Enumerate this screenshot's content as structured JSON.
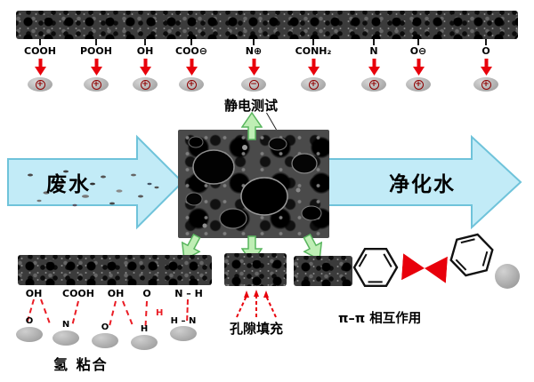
{
  "colors": {
    "red": "#e8000b",
    "arrow_fill": "#c2ebf7",
    "arrow_stroke": "#6fc3da",
    "green_fill": "#bfeeb5",
    "green_stroke": "#59b55e",
    "ellipse_gray": "#a8a8a8"
  },
  "top": {
    "caption": "静电测试",
    "groups": [
      {
        "label": "COOH",
        "charge": "+"
      },
      {
        "label": "POOH",
        "charge": "+"
      },
      {
        "label": "OH",
        "charge": "+"
      },
      {
        "label": "COO⊖",
        "charge": "+"
      },
      {
        "label": "N⊕",
        "charge": "−"
      },
      {
        "label": "CONH₂",
        "charge": "+"
      },
      {
        "label": "N",
        "charge": "+"
      },
      {
        "label": "O⊖",
        "charge": "+"
      },
      {
        "label": "O",
        "charge": "+"
      }
    ]
  },
  "flow": {
    "input_label": "废水",
    "output_label": "净化水"
  },
  "mechanisms": {
    "hydrogen_bonding": {
      "caption": "氢 粘合",
      "anchors": [
        "OH",
        "COOH",
        "OH",
        "O",
        "N – H"
      ],
      "acceptors": [
        "O",
        "N",
        "O",
        "H",
        "H – N"
      ],
      "red_h": "H"
    },
    "pore_filling": {
      "caption": "孔隙填充"
    },
    "pi_pi": {
      "caption": "π–π 相互作用"
    }
  }
}
